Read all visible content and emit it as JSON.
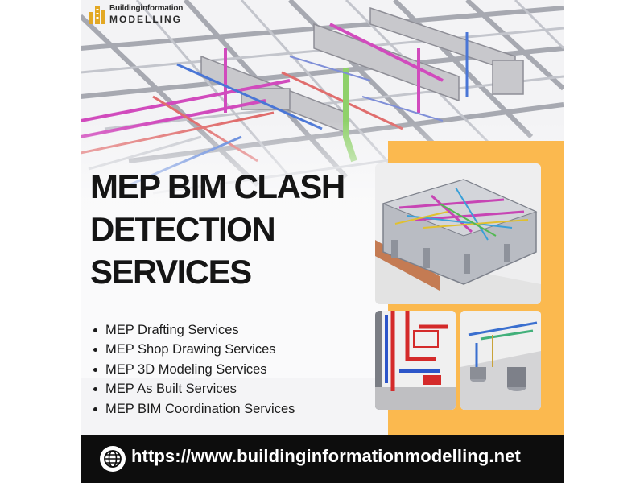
{
  "logo": {
    "line1": "Buildinginformation",
    "line2": "MODELLING",
    "icon": "building-logo-icon",
    "color": "#e3a824"
  },
  "title": {
    "line1": "MEP BIM CLASH",
    "line2": "DETECTION",
    "line3": "SERVICES"
  },
  "services": [
    "MEP Drafting Services",
    "MEP Shop Drawing Services",
    "MEP 3D Modeling Services",
    "MEP As Built Services",
    "MEP BIM Coordination Services"
  ],
  "footer": {
    "icon": "globe-icon",
    "url": "https://www.buildinginformationmodelling.net"
  },
  "colors": {
    "accent": "#fbb94f",
    "footer_bg": "#0d0d0d",
    "text": "#151515"
  }
}
